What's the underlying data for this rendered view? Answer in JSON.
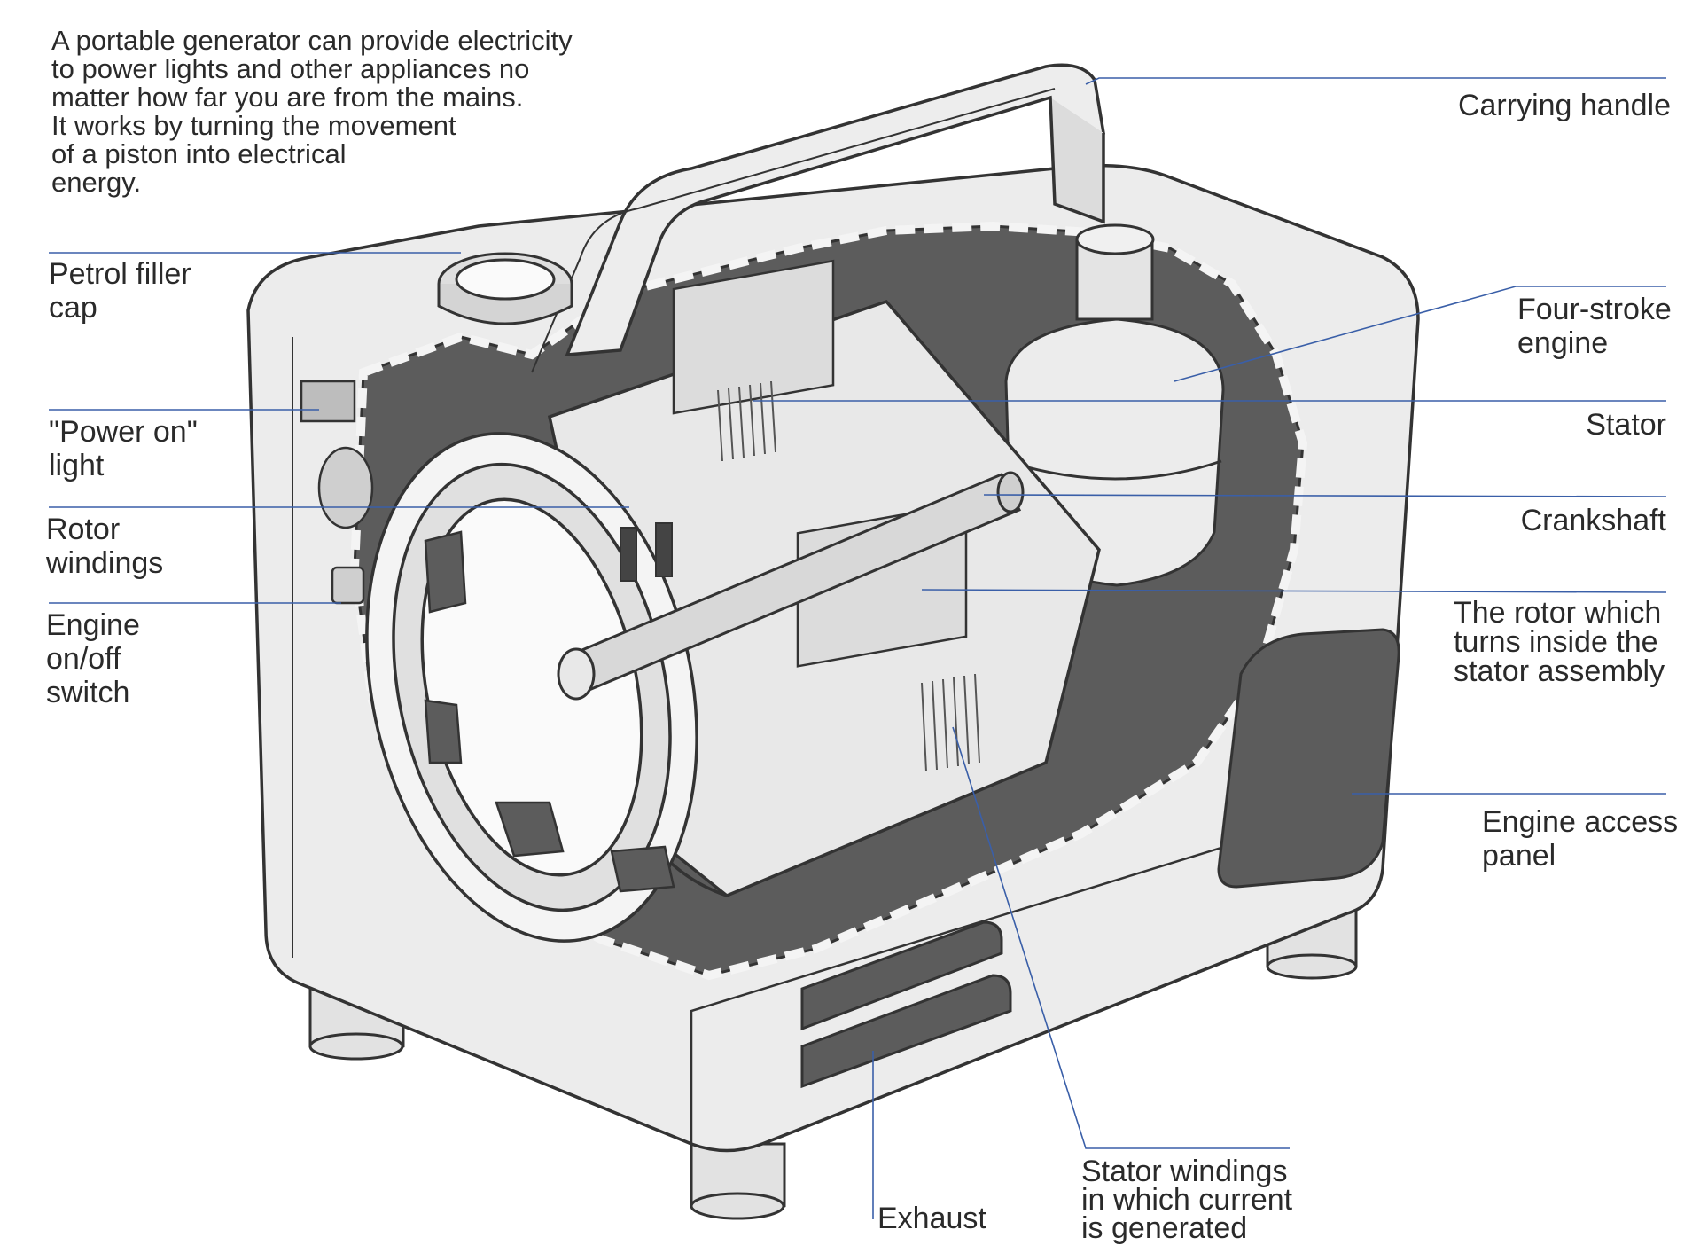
{
  "intro": "A portable generator can provide electricity\nto power lights and other appliances no\nmatter how far you are from the mains.\nIt works by turning the movement\nof a piston into electrical\nenergy.",
  "labels": {
    "carrying_handle": "Carrying handle",
    "petrol_filler_cap": "Petrol filler\ncap",
    "four_stroke_engine": "Four-stroke\nengine",
    "power_on_light": "\"Power on\"\nlight",
    "stator": "Stator",
    "rotor_windings": "Rotor\nwindings",
    "crankshaft": "Crankshaft",
    "engine_switch": "Engine\non/off\nswitch",
    "rotor": "The rotor which\nturns inside the\nstator assembly",
    "engine_access_panel": "Engine access\npanel",
    "exhaust": "Exhaust",
    "stator_windings": "Stator windings\nin which current\nis generated"
  },
  "colors": {
    "leader_line": "#3a5fa8",
    "body_fill": "#ececec",
    "body_shade": "#d6d6d6",
    "cavity": "#5c5c5c",
    "outline": "#333333"
  }
}
